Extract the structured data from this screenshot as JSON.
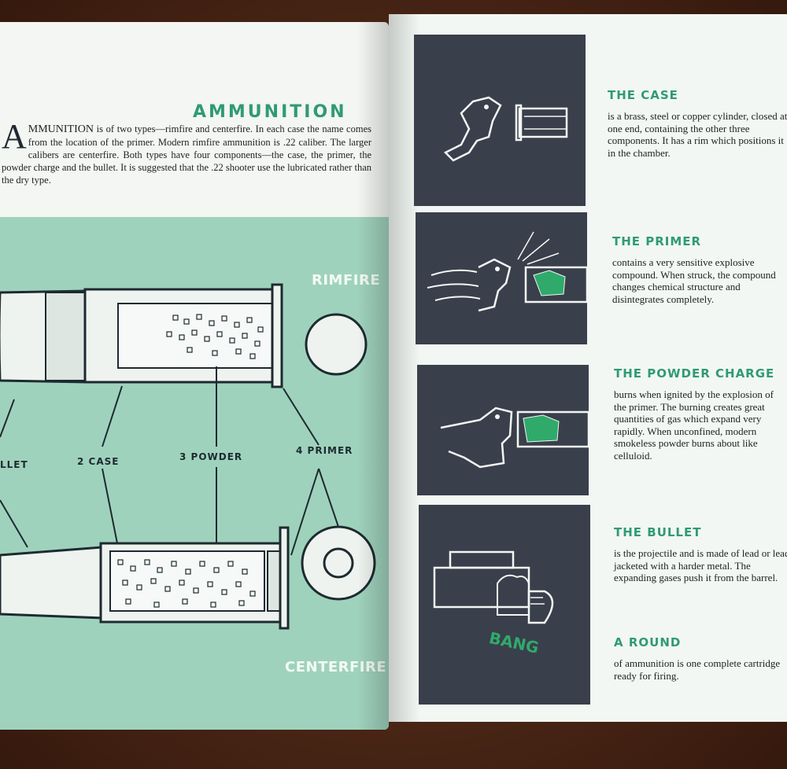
{
  "left": {
    "title": "AMMUNITION",
    "intro": {
      "dropcap": "A",
      "smallcaps": "MMUNITION",
      "text": " is of two types—rimfire and centerfire. In each case the name comes from the location of the primer. Modern rimfire ammunition is .22 caliber. The larger calibers are centerfire. Both types have four components—the case, the primer, the powder charge and the bullet. It is suggested that the .22 shooter use the lubricated rather than the dry type."
    },
    "labels": {
      "rimfire": "RIMFIRE",
      "centerfire": "CENTERFIRE",
      "bullet": "LLET",
      "case": "2  CASE",
      "powder": "3  POWDER",
      "primer": "4  PRIMER"
    }
  },
  "right": {
    "entries": [
      {
        "heading": "THE CASE",
        "text": "is a brass, steel or copper cylinder, closed at one end, containing the other three components. It has a rim which positions it in the chamber."
      },
      {
        "heading": "THE PRIMER",
        "text": "contains a very sensitive explosive compound. When struck, the compound changes chemical structure and disintegrates completely."
      },
      {
        "heading": "THE POWDER CHARGE",
        "text": "burns when ignited by the explosion of the primer. The burning creates great quantities of gas which expand very rapidly. When unconfined, modern smokeless powder burns about like celluloid."
      },
      {
        "heading": "THE BULLET",
        "text": "is the projectile and is made of lead or lead jacketed with a harder metal. The expanding gases push it from the barrel."
      },
      {
        "heading": "A ROUND",
        "text": "of ammunition is one complete cartridge ready for firing."
      }
    ],
    "bang": "BANG"
  },
  "colors": {
    "accent_green": "#2f9a76",
    "diagram_bg": "#9fd2bd",
    "panel_bg": "#3a3f4c",
    "page_bg": "#f2f7f3",
    "table_bg": "#4a2616"
  }
}
